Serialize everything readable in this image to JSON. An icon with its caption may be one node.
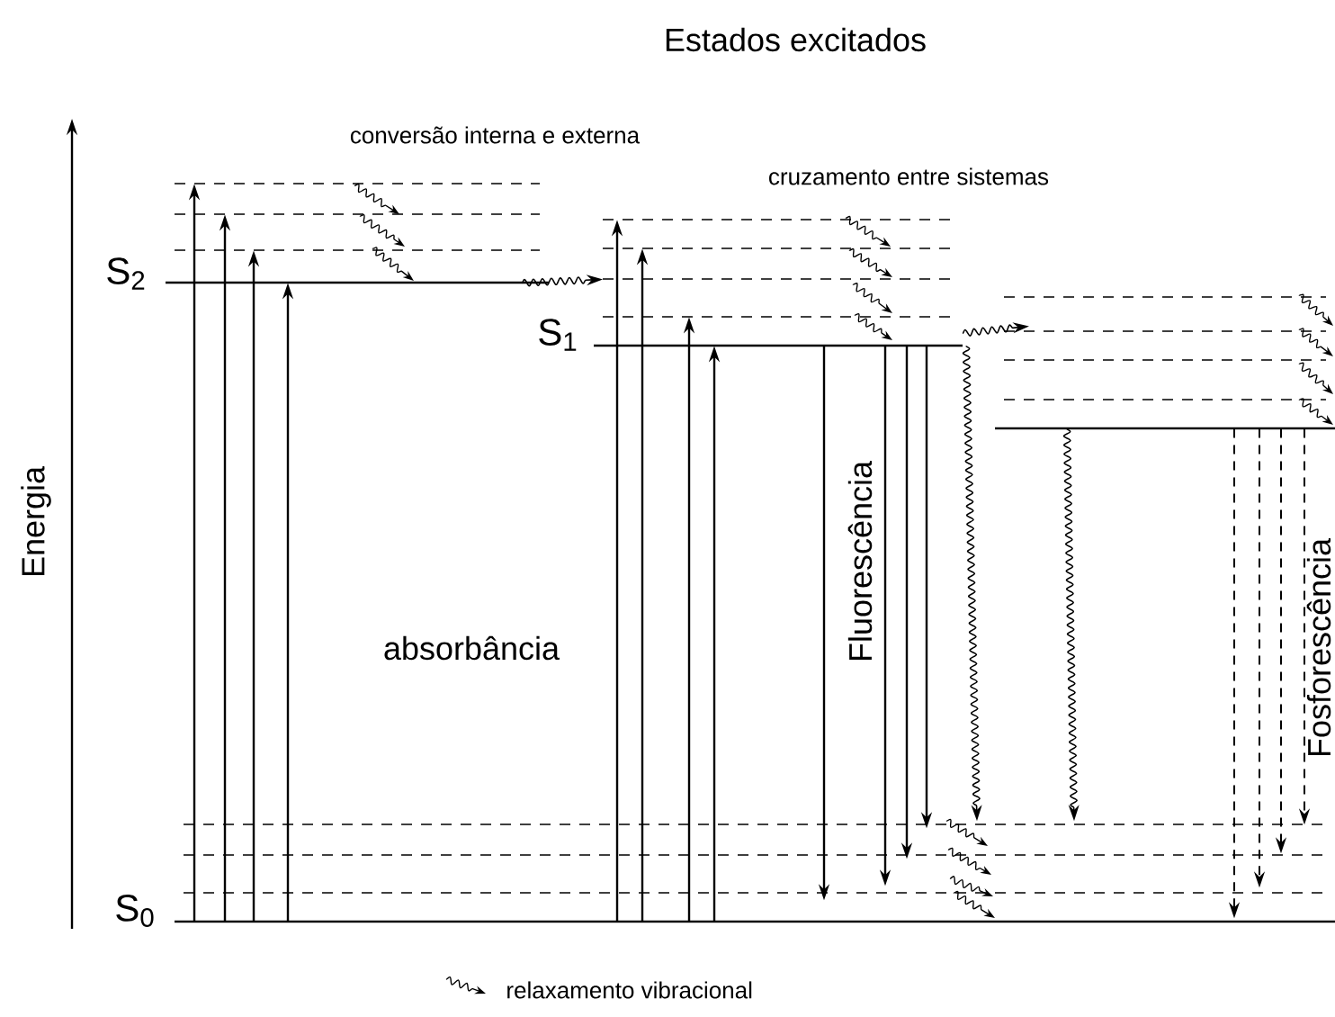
{
  "diagram": {
    "title": "Estados excitados",
    "nodes": [
      {
        "text": [
          "S$_{2}$"
        ]
      },
      {
        "text": [
          "S$_{1}$"
        ]
      },
      {
        "text": [],
        "shape": "bar"
      },
      {
        "text": [
          "S$_{0}$"
        ]
      }
    ],
    "edges": [
      {
        "from": 3,
        "to": 0,
        "arrow": "to"
      },
      {
        "from": 3,
        "to": 0,
        "arrow": "to"
      },
      {
        "from": 3,
        "to": 0,
        "arrow": "to"
      },
      {
        "from": 3,
        "to": 0,
        "arrow": "to"
      },
      {
        "from": 3,
        "to": 1,
        "arrow": "to"
      },
      {
        "from": 3,
        "to": 1,
        "arrow": "to"
      },
      {
        "from": 3,
        "to": 1,
        "arrow": "to"
      },
      {
        "from": 3,
        "to": 1,
        "arrow": "to"
      },
      {
        "from": 1,
        "to": 3,
        "arrow": "to"
      },
      {
        "from": 1,
        "to": 3,
        "arrow": "to"
      },
      {
        "from": 1,
        "to": 3,
        "arrow": "to"
      },
      {
        "from": 1,
        "to": 3,
        "arrow": "to"
      },
      {
        "from": 0,
        "to": 1,
        "arrow": "to"
      },
      {
        "from": 1,
        "to": 2,
        "arrow": "to"
      },
      {
        "from": 1,
        "to": 3,
        "arrow": "to"
      },
      {
        "from": 2,
        "to": 3,
        "arrow": "to"
      },
      {
        "from": 2,
        "to": 3,
        "arrow": "to",
        "style": "dashed"
      },
      {
        "from": 2,
        "to": 3,
        "arrow": "to",
        "style": "dashed"
      },
      {
        "from": 2,
        "to": 3,
        "arrow": "to",
        "style": "dashed"
      },
      {
        "from": 2,
        "to": 3,
        "arrow": "to",
        "style": "dashed"
      }
    ],
    "labels": [
      "conversão interna e externa",
      "cruzamento entre sistemas",
      "Energia",
      "absorbância",
      "Fluorescência",
      "Fosforescência"
    ],
    "legend": [
      {
        "text": "relaxamento vibracional"
      }
    ]
  }
}
